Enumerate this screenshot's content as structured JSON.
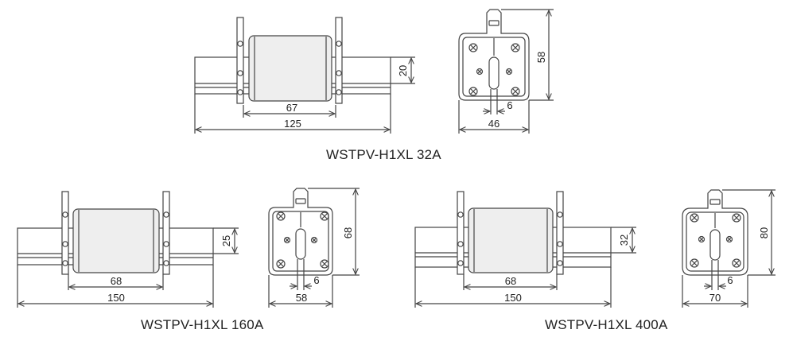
{
  "colors": {
    "outline": "#444444",
    "body_fill": "#eeeeee",
    "rail_fill": "#ffffff",
    "text": "#222222"
  },
  "fuses": [
    {
      "caption": "WSTPV-H1XL 32A",
      "side": {
        "body_width": "67",
        "overall_length": "125",
        "rail_height": "20"
      },
      "end": {
        "width": "46",
        "height": "58",
        "slot": "6"
      }
    },
    {
      "caption": "WSTPV-H1XL 160A",
      "side": {
        "body_width": "68",
        "overall_length": "150",
        "rail_height": "25"
      },
      "end": {
        "width": "58",
        "height": "68",
        "slot": "6"
      }
    },
    {
      "caption": "WSTPV-H1XL 400A",
      "side": {
        "body_width": "68",
        "overall_length": "150",
        "rail_height": "32"
      },
      "end": {
        "width": "70",
        "height": "80",
        "slot": "6"
      }
    }
  ]
}
